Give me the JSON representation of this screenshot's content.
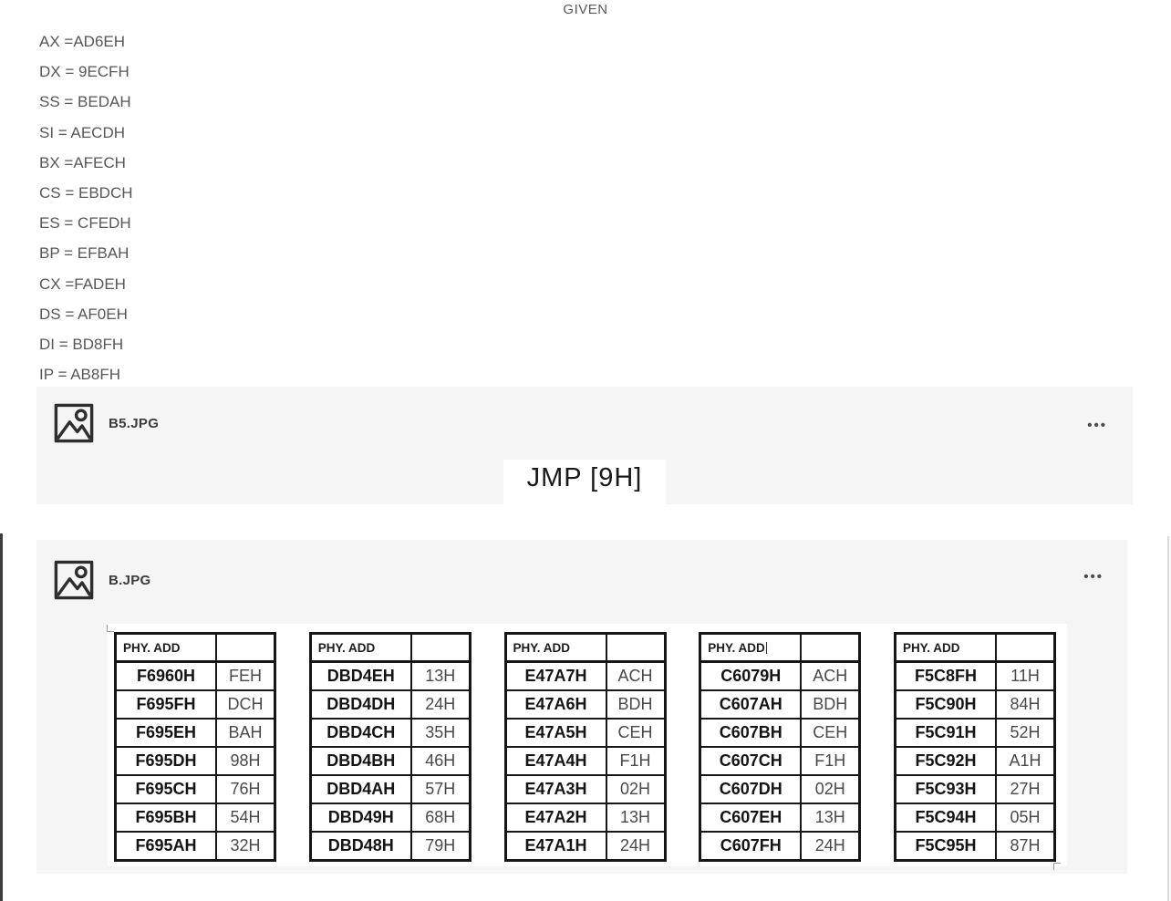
{
  "given": {
    "title": "GIVEN",
    "registers": [
      "AX =AD6EH",
      "DX = 9ECFH",
      "SS = BEDAH",
      "SI = AECDH",
      "BX =AFECH",
      "CS = EBDCH",
      "ES = CFEDH",
      "BP = EFBAH",
      "CX =FADEH",
      "DS = AF0EH",
      "DI = BD8FH",
      "IP = AB8FH"
    ]
  },
  "icons": {
    "more": "•••",
    "attachment": "image-icon"
  },
  "colors": {
    "card_background": "#f5f5f5",
    "table_border": "#161616",
    "body_text": "#575757"
  },
  "b5": {
    "filename": "B5.JPG",
    "instruction": "JMP [9H]"
  },
  "b": {
    "filename": "B.JPG",
    "tables": [
      {
        "header": "PHY. ADD",
        "rows": [
          {
            "addr": "F6960H",
            "val": "FEH"
          },
          {
            "addr": "F695FH",
            "val": "DCH"
          },
          {
            "addr": "F695EH",
            "val": "BAH"
          },
          {
            "addr": "F695DH",
            "val": "98H"
          },
          {
            "addr": "F695CH",
            "val": "76H"
          },
          {
            "addr": "F695BH",
            "val": "54H"
          },
          {
            "addr": "F695AH",
            "val": "32H"
          }
        ]
      },
      {
        "header": "PHY. ADD",
        "rows": [
          {
            "addr": "DBD4EH",
            "val": "13H"
          },
          {
            "addr": "DBD4DH",
            "val": "24H"
          },
          {
            "addr": "DBD4CH",
            "val": "35H"
          },
          {
            "addr": "DBD4BH",
            "val": "46H"
          },
          {
            "addr": "DBD4AH",
            "val": "57H"
          },
          {
            "addr": "DBD49H",
            "val": "68H"
          },
          {
            "addr": "DBD48H",
            "val": "79H"
          }
        ]
      },
      {
        "header": "PHY. ADD",
        "rows": [
          {
            "addr": "E47A7H",
            "val": "ACH"
          },
          {
            "addr": "E47A6H",
            "val": "BDH"
          },
          {
            "addr": "E47A5H",
            "val": "CEH"
          },
          {
            "addr": "E47A4H",
            "val": "F1H"
          },
          {
            "addr": "E47A3H",
            "val": "02H"
          },
          {
            "addr": "E47A2H",
            "val": "13H"
          },
          {
            "addr": "E47A1H",
            "val": "24H"
          }
        ]
      },
      {
        "header": "PHY. ADD",
        "rows": [
          {
            "addr": "C6079H",
            "val": "ACH"
          },
          {
            "addr": "C607AH",
            "val": "BDH"
          },
          {
            "addr": "C607BH",
            "val": "CEH"
          },
          {
            "addr": "C607CH",
            "val": "F1H"
          },
          {
            "addr": "C607DH",
            "val": "02H"
          },
          {
            "addr": "C607EH",
            "val": "13H"
          },
          {
            "addr": "C607FH",
            "val": "24H"
          }
        ]
      },
      {
        "header": "PHY. ADD",
        "rows": [
          {
            "addr": "F5C8FH",
            "val": "11H"
          },
          {
            "addr": "F5C90H",
            "val": "84H"
          },
          {
            "addr": "F5C91H",
            "val": "52H"
          },
          {
            "addr": "F5C92H",
            "val": "A1H"
          },
          {
            "addr": "F5C93H",
            "val": "27H"
          },
          {
            "addr": "F5C94H",
            "val": "05H"
          },
          {
            "addr": "F5C95H",
            "val": "87H"
          }
        ]
      }
    ]
  }
}
